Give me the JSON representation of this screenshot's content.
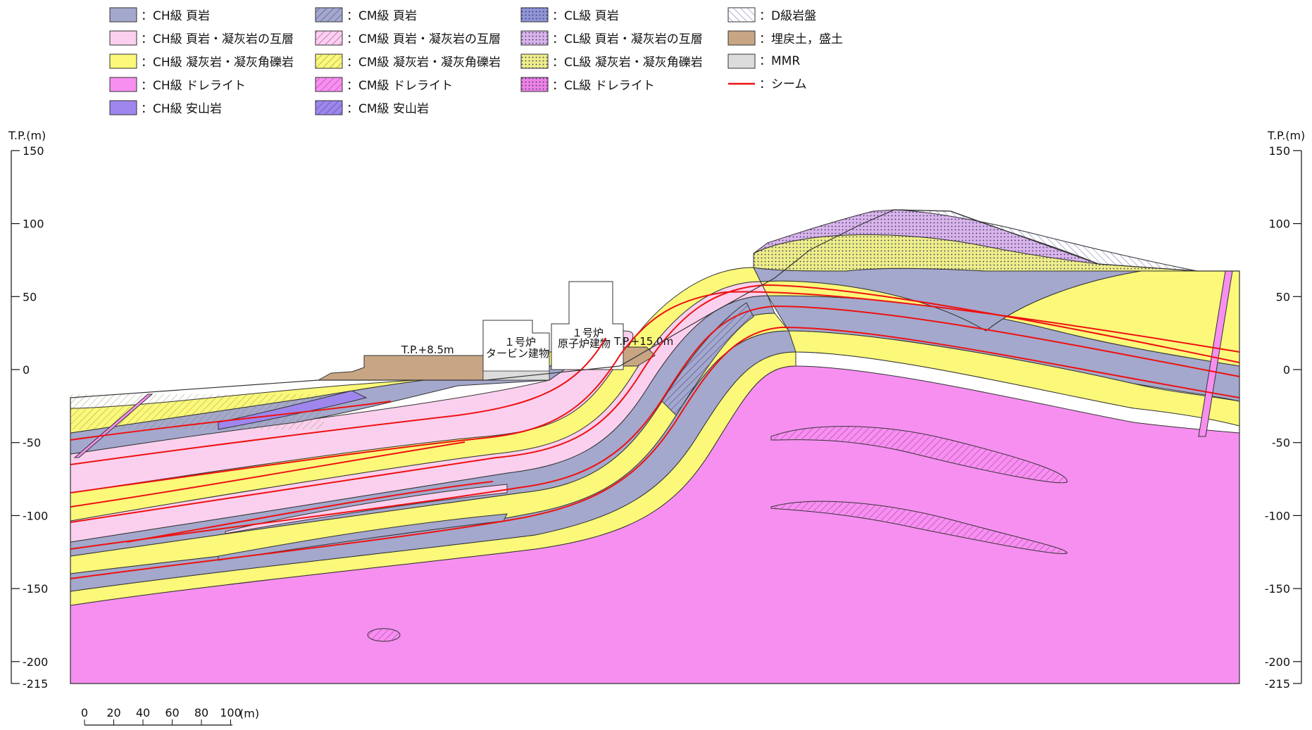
{
  "legend": [
    {
      "label": "：CH級 頁岩",
      "color": "#a4a8cc",
      "pattern": "solid"
    },
    {
      "label": "：CH級 頁岩・凝灰岩の互層",
      "color": "#fbd0ee",
      "pattern": "solid"
    },
    {
      "label": "：CH級 凝灰岩・凝灰角礫岩",
      "color": "#fbf87a",
      "pattern": "solid"
    },
    {
      "label": "：CH級 ドレライト",
      "color": "#f68ff0",
      "pattern": "solid"
    },
    {
      "label": "：CH級 安山岩",
      "color": "#9f86ee",
      "pattern": "solid"
    },
    {
      "label": "：CM級 頁岩",
      "color": "#a4a8cc",
      "pattern": "hatch"
    },
    {
      "label": "：CM級 頁岩・凝灰岩の互層",
      "color": "#fbd0ee",
      "pattern": "hatch"
    },
    {
      "label": "：CM級 凝灰岩・凝灰角礫岩",
      "color": "#fbf87a",
      "pattern": "hatch"
    },
    {
      "label": "：CM級 ドレライト",
      "color": "#f68ff0",
      "pattern": "hatch"
    },
    {
      "label": "：CM級 安山岩",
      "color": "#9f86ee",
      "pattern": "hatch"
    },
    {
      "label": "：CL級 頁岩",
      "color": "#8f94d6",
      "pattern": "dots"
    },
    {
      "label": "：CL級 頁岩・凝灰岩の互層",
      "color": "#d9b4ea",
      "pattern": "dots"
    },
    {
      "label": "：CL級 凝灰岩・凝灰角礫岩",
      "color": "#eeee88",
      "pattern": "dots"
    },
    {
      "label": "：CL級 ドレライト",
      "color": "#ee80e6",
      "pattern": "dots"
    },
    {
      "label": "：D級岩盤",
      "color": "#ffffff",
      "pattern": "dhatch"
    },
    {
      "label": "：埋戻土，盛土",
      "color": "#c8a684",
      "pattern": "solid"
    },
    {
      "label": "：MMR",
      "color": "#dcdcdc",
      "pattern": "solid"
    },
    {
      "label": "：シーム",
      "color": "#ee1111",
      "pattern": "line"
    }
  ],
  "axis": {
    "unit_label": "T.P.(m)",
    "ticks": [
      "150",
      "100",
      "50",
      "0",
      "-50",
      "-100",
      "-150",
      "-200",
      "-215"
    ]
  },
  "buildings": {
    "turbine_line1": "１号炉",
    "turbine_line2": "タービン建物",
    "reactor_line1": "１号炉",
    "reactor_line2": "原子炉建物"
  },
  "elevations": {
    "left": "T.P.+8.5m",
    "right": "T.P.+15.0m"
  },
  "scale": {
    "ticks": [
      "0",
      "20",
      "40",
      "60",
      "80",
      "100"
    ],
    "unit": "(m)"
  },
  "colors": {
    "shale": "#a4a8cc",
    "interbed": "#fbd0ee",
    "tuff": "#fbf87a",
    "dolerite": "#f68ff0",
    "andesite": "#9f86ee",
    "fill": "#c8a684",
    "mmr": "#dcdcdc",
    "seam": "#ee1111"
  }
}
